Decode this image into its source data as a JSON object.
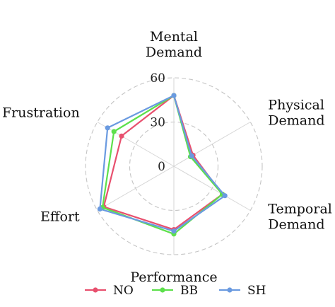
{
  "chart_data": {
    "type": "radar",
    "axes": [
      "Mental Demand",
      "Physical Demand",
      "Temporal Demand",
      "Performance",
      "Effort",
      "Frustration"
    ],
    "axis_label_lines": [
      [
        "Mental",
        "Demand"
      ],
      [
        "Physical",
        "Demand"
      ],
      [
        "Temporal",
        "Demand"
      ],
      [
        "Performance"
      ],
      [
        "Effort"
      ],
      [
        "Frustration"
      ]
    ],
    "rlim": [
      0,
      60
    ],
    "ticks": [
      0,
      30,
      60
    ],
    "tick_labels": [
      "0",
      "30",
      "60"
    ],
    "grid": true,
    "legend_position": "bottom",
    "series": [
      {
        "name": "NO",
        "color": "#e8506e",
        "values": [
          48,
          15,
          38,
          43,
          55,
          41
        ]
      },
      {
        "name": "BB",
        "color": "#5de04b",
        "values": [
          48,
          13,
          38,
          46,
          56,
          47
        ]
      },
      {
        "name": "SH",
        "color": "#6a9ae0",
        "values": [
          48,
          14,
          40,
          44,
          58,
          52
        ]
      }
    ]
  }
}
